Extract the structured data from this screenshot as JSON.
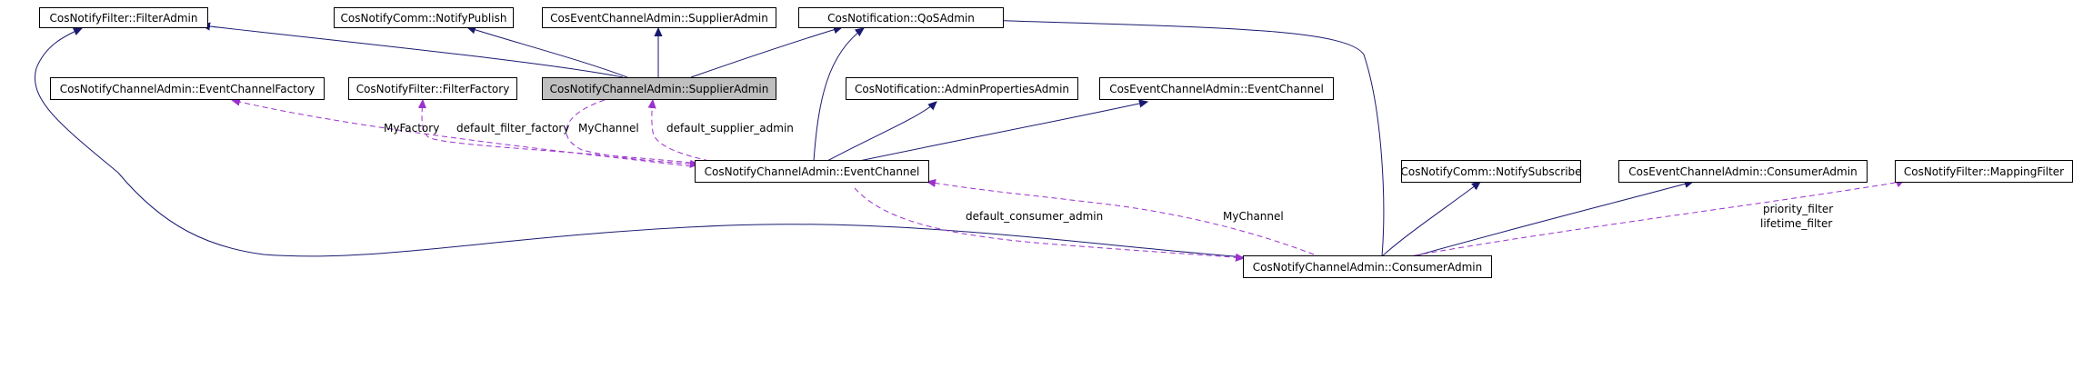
{
  "nodes": {
    "filter_admin": "CosNotifyFilter::FilterAdmin",
    "notify_publish": "CosNotifyComm::NotifyPublish",
    "ec_supplier_admin": "CosEventChannelAdmin::SupplierAdmin",
    "qos_admin": "CosNotification::QoSAdmin",
    "ec_factory": "CosNotifyChannelAdmin::EventChannelFactory",
    "filter_factory": "CosNotifyFilter::FilterFactory",
    "supplier_admin": "CosNotifyChannelAdmin::SupplierAdmin",
    "admin_props": "CosNotification::AdminPropertiesAdmin",
    "ec_event_channel": "CosEventChannelAdmin::EventChannel",
    "event_channel": "CosNotifyChannelAdmin::EventChannel",
    "notify_subscribe": "CosNotifyComm::NotifySubscribe",
    "ec_consumer_admin": "CosEventChannelAdmin::ConsumerAdmin",
    "mapping_filter": "CosNotifyFilter::MappingFilter",
    "consumer_admin": "CosNotifyChannelAdmin::ConsumerAdmin"
  },
  "edge_labels": {
    "my_factory": "MyFactory",
    "default_filter_factory": "default_filter_factory",
    "my_channel_supplier": "MyChannel",
    "default_supplier_admin": "default_supplier_admin",
    "default_consumer_admin": "default_consumer_admin",
    "my_channel_consumer": "MyChannel",
    "priority_filter": "priority_filter",
    "lifetime_filter": "lifetime_filter"
  },
  "colors": {
    "inheritance_edge": "#191970",
    "usage_edge": "#9a32cd",
    "focus_fill": "#bfbfbf"
  }
}
